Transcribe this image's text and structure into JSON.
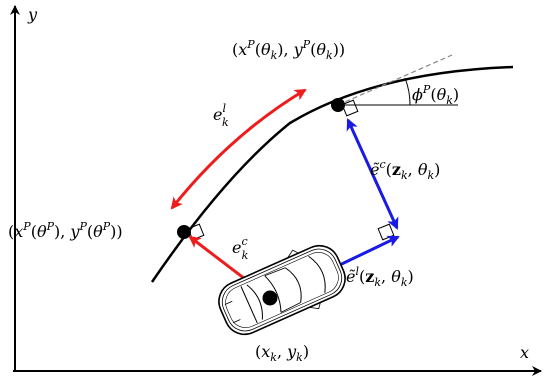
{
  "axes": {
    "x_label": "x",
    "y_label": "y"
  },
  "labels": {
    "ref_point_k": "(x^P(θ_k), y^P(θ_k))",
    "heading_angle": "φ^P(θ_k)",
    "lag_error": "e_k^l",
    "contour_error_tilde": "ẽ^c(z_k, θ_k)",
    "ref_point_P": "(x^P(θ^P), y^P(θ^P))",
    "contour_error": "e_k^c",
    "lag_error_tilde": "ẽ^l(z_k, θ_k)",
    "vehicle_pos": "(x_k, y_k)"
  },
  "colors": {
    "red_arrow": "#ee1c1c",
    "blue_arrow": "#1a1ae6",
    "curve": "#000000",
    "tangent": "#888888"
  }
}
